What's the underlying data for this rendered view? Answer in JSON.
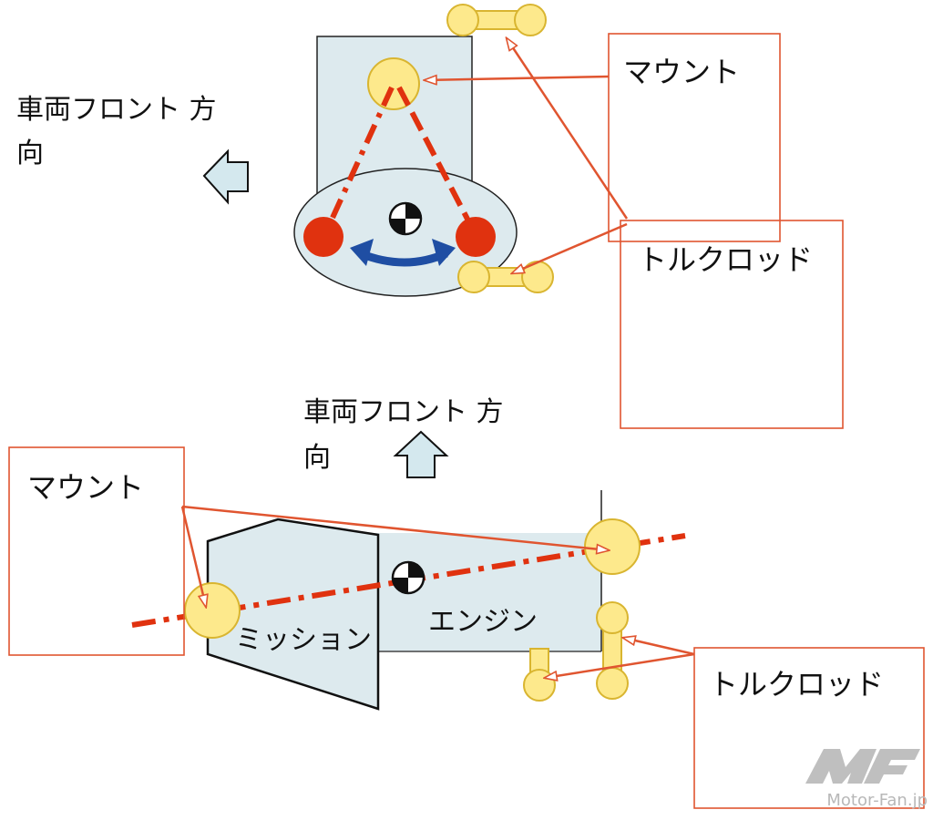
{
  "top": {
    "front_direction": [
      "車両フロント 方",
      "向"
    ],
    "mount_label": "マウント",
    "torque_rod_label": "トルクロッド"
  },
  "bottom": {
    "front_direction": [
      "車両フロント 方",
      "向"
    ],
    "mount_label": "マウント",
    "torque_rod_label": "トルクロッド",
    "transmission_label": "ミッション",
    "engine_label": "エンジン"
  },
  "watermark": {
    "site": "Motor-Fan.jp"
  },
  "colors": {
    "part_fill": "#ddeaee",
    "mount_fill": "#fde98c",
    "mount_stroke": "#d9b530",
    "callout": "#e05530",
    "arrow_fill": "#d4e8ee",
    "roll_arrow": "#1f4ea3",
    "roll_mount": "#e0320f"
  }
}
